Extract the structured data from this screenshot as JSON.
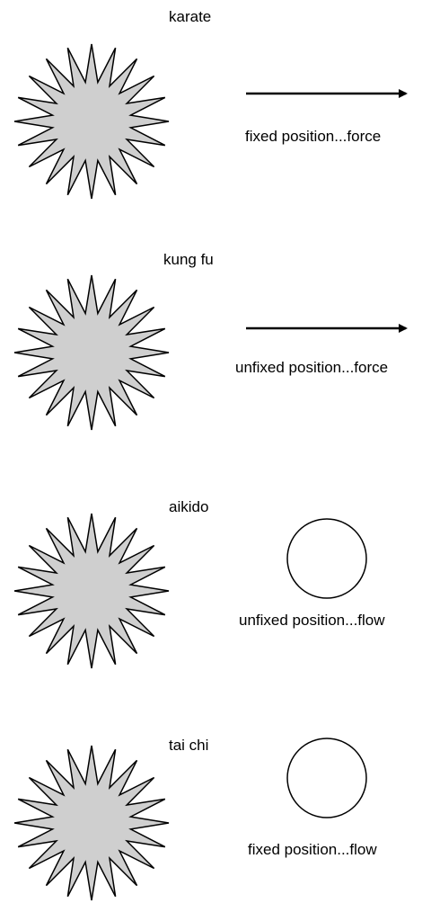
{
  "colors": {
    "starburst_fill": "#cfcfcf",
    "stroke": "#000000",
    "background": "#ffffff"
  },
  "panels": [
    {
      "style": "karate",
      "symbol": "arrow",
      "caption": "fixed position...force"
    },
    {
      "style": "kung fu",
      "symbol": "arrow",
      "caption": "unfixed position...force"
    },
    {
      "style": "aikido",
      "symbol": "circle",
      "caption": "unfixed position...flow"
    },
    {
      "style": "tai chi",
      "symbol": "circle",
      "caption": "fixed position...flow"
    }
  ]
}
